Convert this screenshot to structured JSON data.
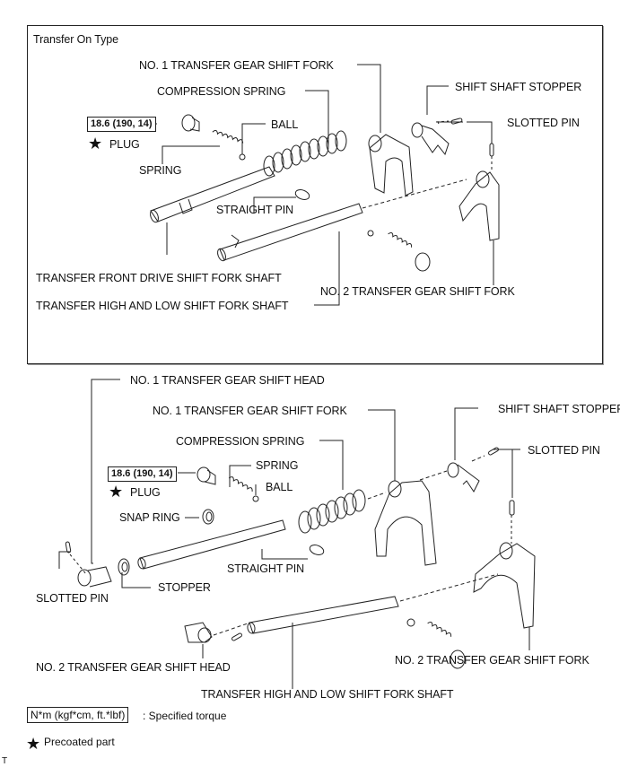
{
  "top_diagram": {
    "title": "Transfer On Type",
    "labels": {
      "no1_fork": "NO. 1 TRANSFER GEAR SHIFT FORK",
      "compression_spring": "COMPRESSION SPRING",
      "shift_shaft_stopper": "SHIFT SHAFT STOPPER",
      "slotted_pin": "SLOTTED PIN",
      "ball": "BALL",
      "plug": "PLUG",
      "spring": "SPRING",
      "straight_pin": "STRAIGHT PIN",
      "front_drive_shaft": "TRANSFER FRONT DRIVE SHIFT FORK SHAFT",
      "high_low_shaft": "TRANSFER HIGH AND LOW SHIFT FORK SHAFT",
      "no2_fork": "NO. 2 TRANSFER GEAR SHIFT FORK"
    },
    "torque": "18.6 (190, 14)"
  },
  "bottom_diagram": {
    "labels": {
      "no1_head": "NO. 1 TRANSFER GEAR SHIFT HEAD",
      "no1_fork": "NO. 1 TRANSFER GEAR SHIFT FORK",
      "shift_shaft_stopper": "SHIFT SHAFT STOPPER",
      "compression_spring": "COMPRESSION SPRING",
      "slotted_pin_right": "SLOTTED PIN",
      "spring": "SPRING",
      "plug": "PLUG",
      "ball": "BALL",
      "snap_ring": "SNAP RING",
      "straight_pin": "STRAIGHT PIN",
      "slotted_pin_left": "SLOTTED PIN",
      "stopper": "STOPPER",
      "no2_head": "NO. 2 TRANSFER GEAR SHIFT HEAD",
      "no2_fork": "NO. 2 TRANSFER GEAR SHIFT FORK",
      "high_low_shaft": "TRANSFER HIGH AND LOW SHIFT FORK SHAFT"
    },
    "torque": "18.6 (190, 14)"
  },
  "legend": {
    "torque_unit": "N*m (kgf*cm, ft.*lbf)",
    "torque_desc": ": Specified torque",
    "star_symbol": "★",
    "precoated": "Precoated part"
  },
  "footer_mark": "T"
}
